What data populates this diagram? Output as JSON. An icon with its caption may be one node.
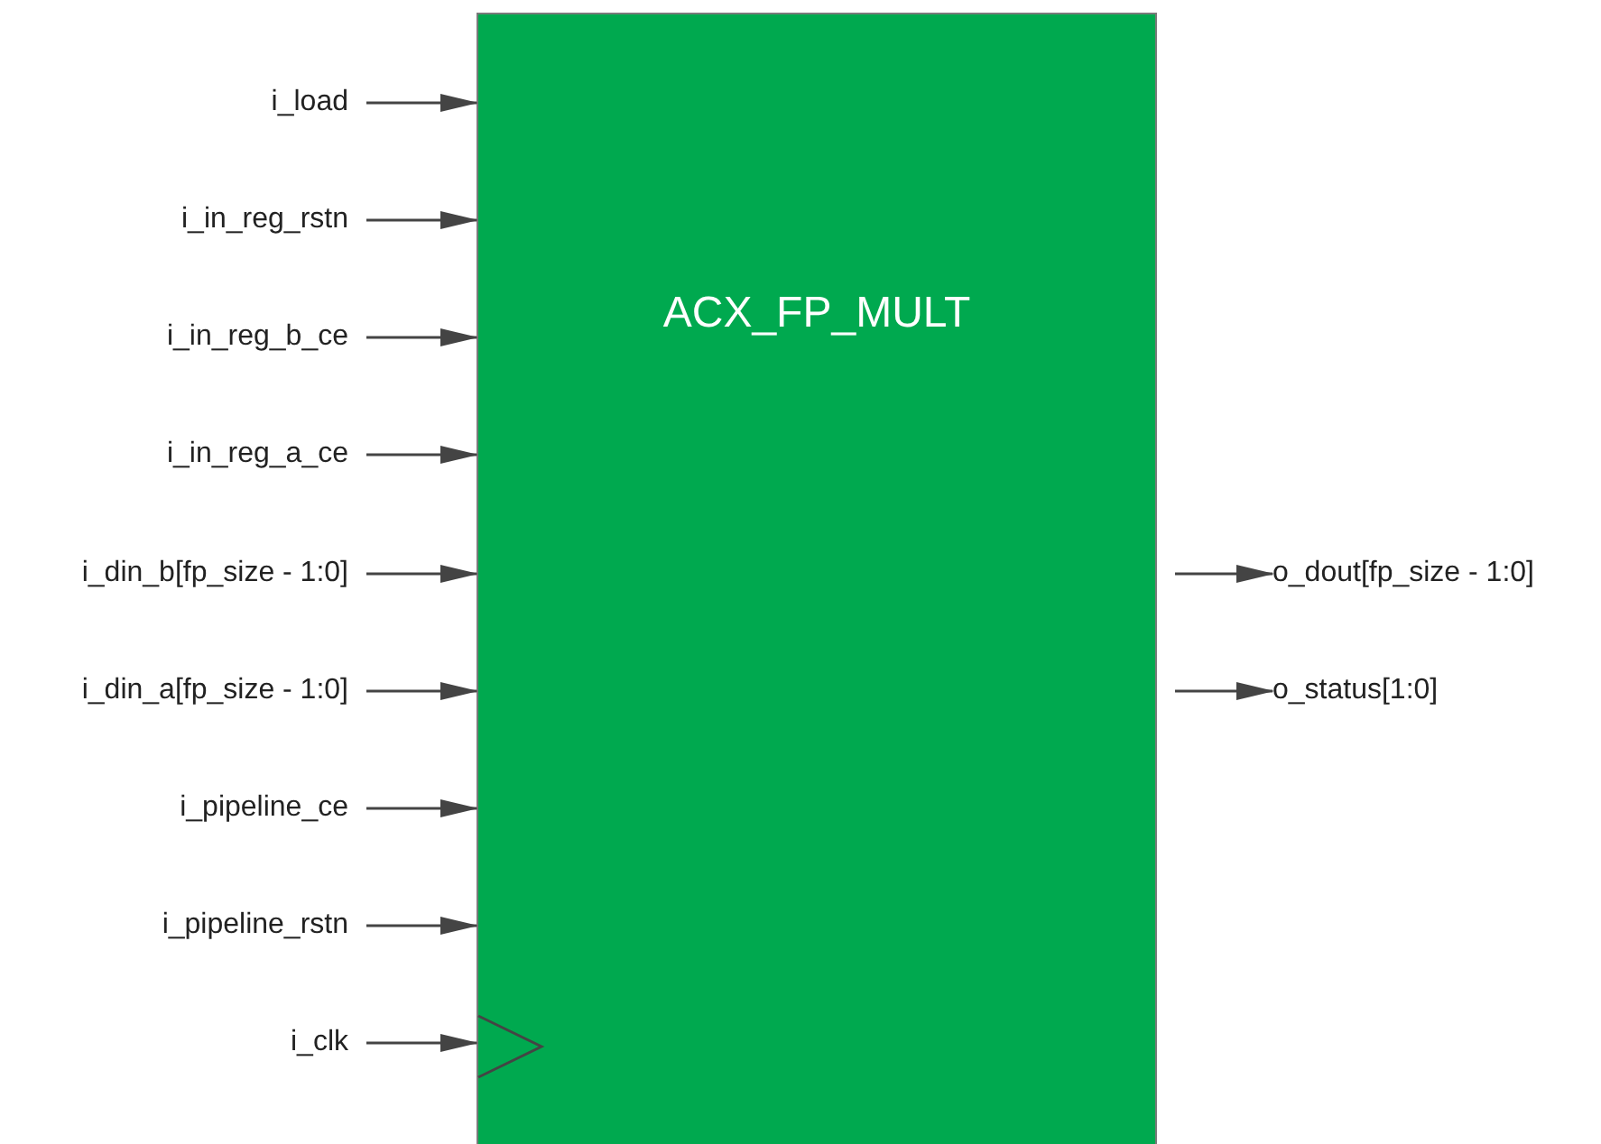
{
  "diagram": {
    "nodes": [
      {
        "text": [
          "ACX_FP_MULT"
        ]
      },
      {
        "text": [
          "i_load"
        ]
      },
      {
        "text": [
          "i_in_reg_rstn"
        ]
      },
      {
        "text": [
          "i_in_reg_b_ce"
        ]
      },
      {
        "text": [
          "i_in_reg_a_ce"
        ]
      },
      {
        "text": [
          "i_din_b[fp_size - 1:0]"
        ]
      },
      {
        "text": [
          "i_din_a[fp_size - 1:0]"
        ]
      },
      {
        "text": [
          "i_pipeline_ce"
        ]
      },
      {
        "text": [
          "i_pipeline_rstn"
        ]
      },
      {
        "text": [
          "i_clk"
        ]
      },
      {
        "text": [
          "o_dout[fp_size - 1:0]"
        ]
      },
      {
        "text": [
          "o_status[1:0]"
        ]
      }
    ],
    "edges": [
      {
        "from": 1,
        "to": 0,
        "arrow": "to"
      },
      {
        "from": 2,
        "to": 0,
        "arrow": "to"
      },
      {
        "from": 3,
        "to": 0,
        "arrow": "to"
      },
      {
        "from": 4,
        "to": 0,
        "arrow": "to"
      },
      {
        "from": 5,
        "to": 0,
        "arrow": "to"
      },
      {
        "from": 6,
        "to": 0,
        "arrow": "to"
      },
      {
        "from": 7,
        "to": 0,
        "arrow": "to"
      },
      {
        "from": 8,
        "to": 0,
        "arrow": "to"
      },
      {
        "from": 9,
        "to": 0,
        "arrow": "to"
      },
      {
        "from": 0,
        "to": 10,
        "arrow": "to"
      },
      {
        "from": 0,
        "to": 11,
        "arrow": "to"
      }
    ]
  }
}
